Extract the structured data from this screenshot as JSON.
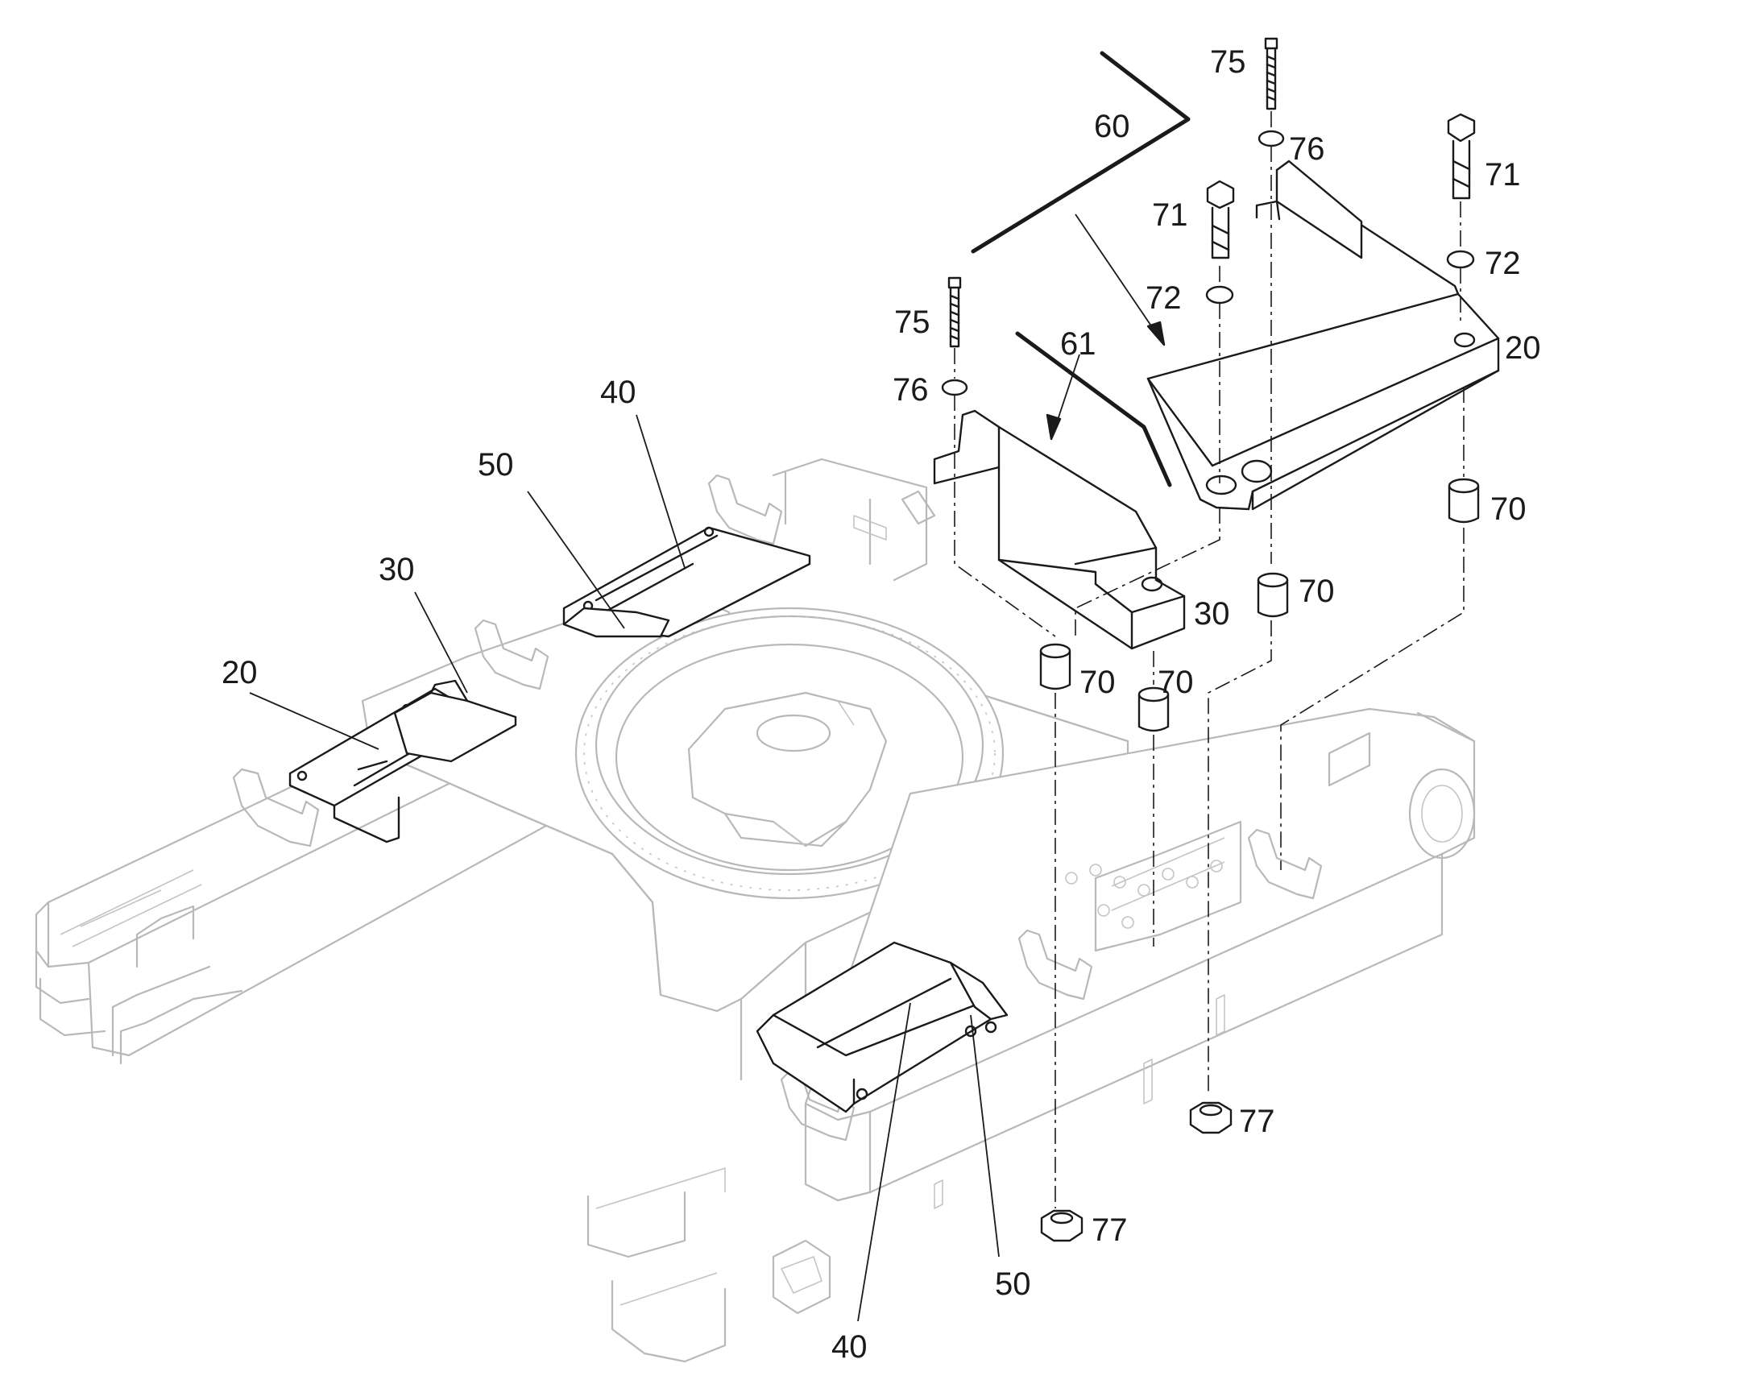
{
  "callouts": [
    {
      "id": "c75a",
      "text": "75"
    },
    {
      "id": "c60",
      "text": "60"
    },
    {
      "id": "c76a",
      "text": "76"
    },
    {
      "id": "c71a",
      "text": "71"
    },
    {
      "id": "c71b",
      "text": "71"
    },
    {
      "id": "c72a",
      "text": "72"
    },
    {
      "id": "c72b",
      "text": "72"
    },
    {
      "id": "c75b",
      "text": "75"
    },
    {
      "id": "c61",
      "text": "61"
    },
    {
      "id": "c20a",
      "text": "20"
    },
    {
      "id": "c76b",
      "text": "76"
    },
    {
      "id": "c40a",
      "text": "40"
    },
    {
      "id": "c50a",
      "text": "50"
    },
    {
      "id": "c70a",
      "text": "70"
    },
    {
      "id": "c30a",
      "text": "30"
    },
    {
      "id": "c70b",
      "text": "70"
    },
    {
      "id": "c30b",
      "text": "30"
    },
    {
      "id": "c20b",
      "text": "20"
    },
    {
      "id": "c70c",
      "text": "70"
    },
    {
      "id": "c70d",
      "text": "70"
    },
    {
      "id": "c77a",
      "text": "77"
    },
    {
      "id": "c77b",
      "text": "77"
    },
    {
      "id": "c50b",
      "text": "50"
    },
    {
      "id": "c40b",
      "text": "40"
    }
  ]
}
